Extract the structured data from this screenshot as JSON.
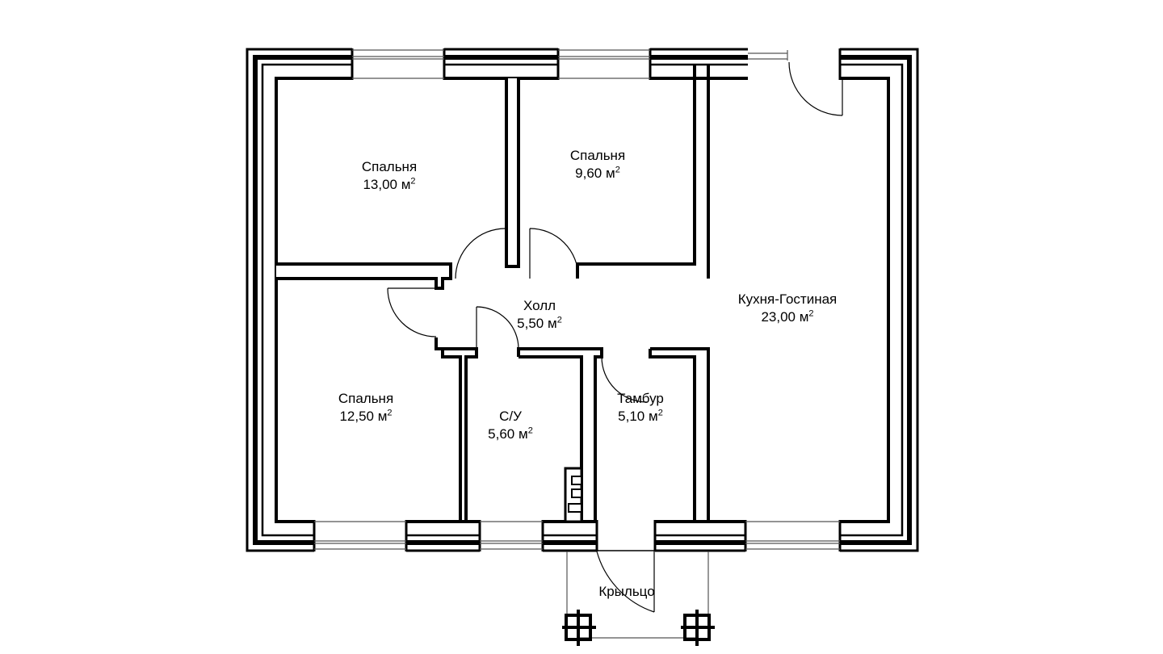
{
  "plan": {
    "area_unit": "м",
    "area_exp": "2",
    "rooms": [
      {
        "name": "Спальня",
        "area": "13,00"
      },
      {
        "name": "Спальня",
        "area": "9,60"
      },
      {
        "name": "Кухня-Гостиная",
        "area": "23,00"
      },
      {
        "name": "Холл",
        "area": "5,50"
      },
      {
        "name": "Спальня",
        "area": "12,50"
      },
      {
        "name": "С/У",
        "area": "5,60"
      },
      {
        "name": "Тамбур",
        "area": "5,10"
      }
    ],
    "porch": "Крыльцо"
  },
  "colors": {
    "line": "#000000",
    "background": "#ffffff"
  }
}
